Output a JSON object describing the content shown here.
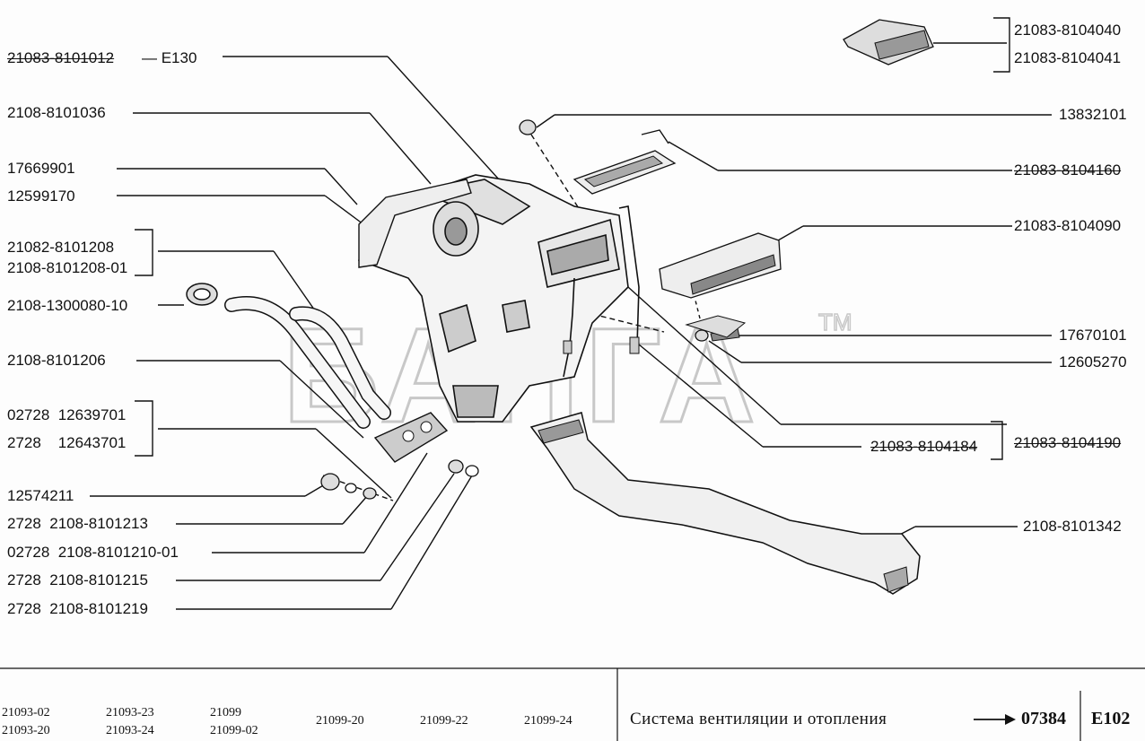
{
  "watermark": "БАНГА",
  "watermark_tm": "TM",
  "labels_left": [
    {
      "id": "l1",
      "text": "21083-8101012",
      "extra": "— E130"
    },
    {
      "id": "l2",
      "text": "2108-8101036"
    },
    {
      "id": "l3",
      "text": "17669901"
    },
    {
      "id": "l4",
      "text": "12599170"
    },
    {
      "id": "l5",
      "text": "21082-8101208"
    },
    {
      "id": "l6",
      "text": "2108-8101208-01"
    },
    {
      "id": "l7",
      "text": "2108-1300080-10"
    },
    {
      "id": "l8",
      "text": "2108-8101206"
    },
    {
      "id": "l9",
      "text": "02728  12639701"
    },
    {
      "id": "l10",
      "text": "2728    12643701"
    },
    {
      "id": "l11",
      "text": "12574211"
    },
    {
      "id": "l12",
      "text": "2728  2108-8101213"
    },
    {
      "id": "l13",
      "text": "02728  2108-8101210-01"
    },
    {
      "id": "l14",
      "text": "2728  2108-8101215"
    },
    {
      "id": "l15",
      "text": "2728  2108-8101219"
    }
  ],
  "labels_right": [
    {
      "id": "r1",
      "text": "21083-8104040"
    },
    {
      "id": "r2",
      "text": "21083-8104041"
    },
    {
      "id": "r3",
      "text": "13832101"
    },
    {
      "id": "r4",
      "text": "21083-8104160"
    },
    {
      "id": "r5",
      "text": "21083-8104090"
    },
    {
      "id": "r6",
      "text": "17670101"
    },
    {
      "id": "r7",
      "text": "12605270"
    },
    {
      "id": "r8",
      "text": "21083-8104184"
    },
    {
      "id": "r9",
      "text": "21083-8104190"
    },
    {
      "id": "r10",
      "text": "2108-8101342"
    }
  ],
  "footer": {
    "models": [
      "21093-02",
      "21093-20",
      "21093-23",
      "21093-24",
      "21099",
      "21099-02",
      "21099-20",
      "21099-22",
      "21099-24"
    ],
    "title": "Система вентиляции и отопления",
    "code": "07384",
    "page": "E102"
  }
}
